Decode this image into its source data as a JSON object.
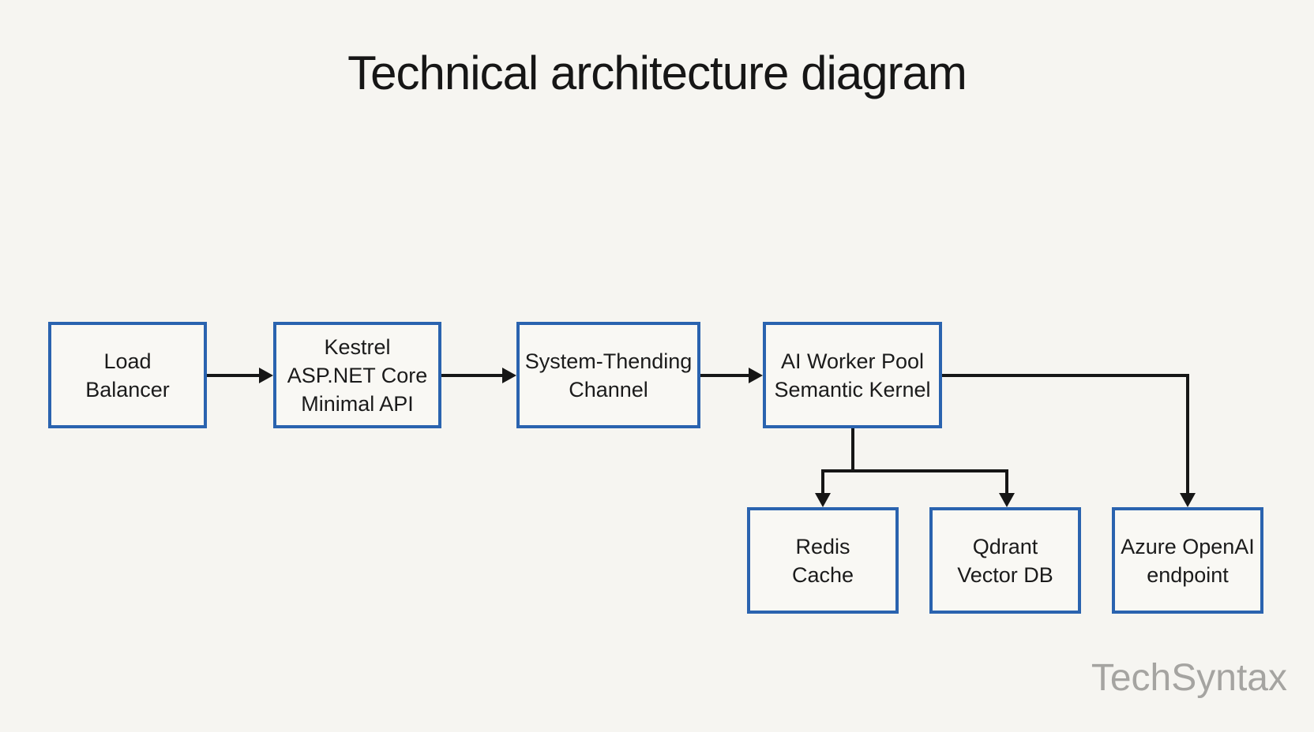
{
  "page": {
    "title": "Technical architecture diagram",
    "watermark": "TechSyntax"
  },
  "colors": {
    "background": "#f6f5f1",
    "node_border": "#2a63af",
    "node_fill": "#f9f8f4",
    "connector": "#161616",
    "title_text": "#161616",
    "watermark_text": "#a5a4a1"
  },
  "diagram": {
    "nodes": [
      {
        "id": "load-balancer",
        "lines": [
          "Load",
          "Balancer"
        ]
      },
      {
        "id": "kestrel-aspnet-core",
        "lines": [
          "Kestrel",
          "ASP.NET Core",
          "Minimal API"
        ]
      },
      {
        "id": "system-thending-channel",
        "lines": [
          "System-Thending",
          "Channel"
        ]
      },
      {
        "id": "ai-worker-pool",
        "lines": [
          "AI Worker Pool",
          "Semantic Kernel"
        ]
      },
      {
        "id": "redis-cache",
        "lines": [
          "Redis",
          "Cache"
        ]
      },
      {
        "id": "qdrant-vector-db",
        "lines": [
          "Qdrant",
          "Vector DB"
        ]
      },
      {
        "id": "azure-openai-endpoint",
        "lines": [
          "Azure OpenAI",
          "endpoint"
        ]
      }
    ],
    "edges": [
      {
        "from": "load-balancer",
        "to": "kestrel-aspnet-core"
      },
      {
        "from": "kestrel-aspnet-core",
        "to": "system-thending-channel"
      },
      {
        "from": "system-thending-channel",
        "to": "ai-worker-pool"
      },
      {
        "from": "ai-worker-pool",
        "to": "redis-cache"
      },
      {
        "from": "ai-worker-pool",
        "to": "qdrant-vector-db"
      },
      {
        "from": "ai-worker-pool",
        "to": "azure-openai-endpoint"
      }
    ]
  }
}
